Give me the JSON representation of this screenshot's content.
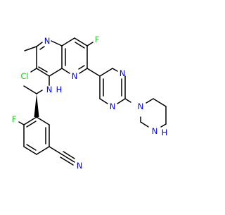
{
  "structure": {
    "kind": "chemical-structure",
    "colors": {
      "carbon": "#000000",
      "nitrogen": "#0000ff",
      "fluorine": "#33cc33",
      "chlorine": "#1fcc1f",
      "background": "#ffffff"
    },
    "atom_labels": {
      "n_ring_top": "N",
      "n_ring_bottom": "N",
      "cl": "Cl",
      "f_naphthyridine": "F",
      "f_phenyl": "F",
      "n_pyrimidine_top": "N",
      "n_pyrimidine_bottom": "N",
      "n_piperazine_attach": "N",
      "n_piperazine_h": "N",
      "h_piperazine": "H",
      "n_amine": "N",
      "h_amine": "H",
      "n_nitrile": "N"
    }
  }
}
